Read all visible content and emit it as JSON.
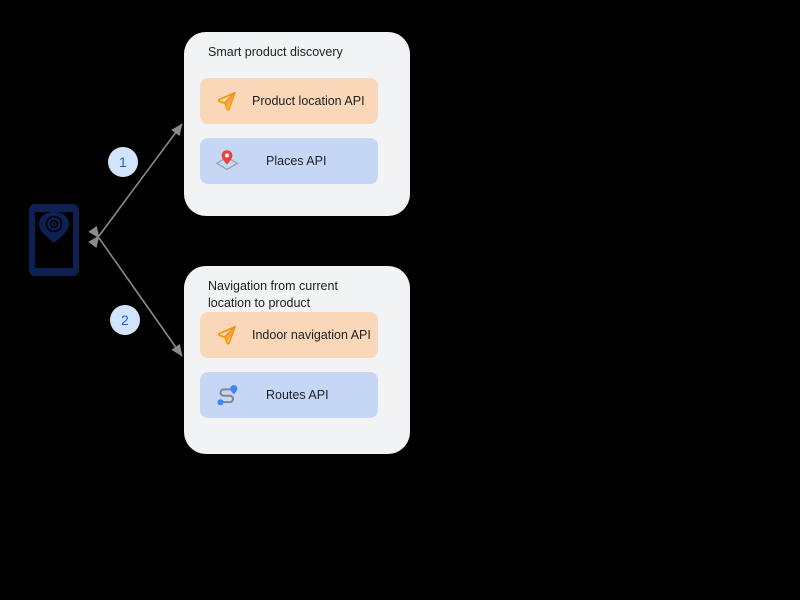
{
  "diagram": {
    "type": "flow-diagram",
    "background_color": "#000000",
    "device": {
      "icon": "mobile-phone-scan-icon",
      "color": "#0d2252"
    },
    "steps": [
      {
        "number": "1",
        "badge_fill": "#d2e3fc",
        "badge_text_color": "#1967d2"
      },
      {
        "number": "2",
        "badge_fill": "#d2e3fc",
        "badge_text_color": "#1967d2"
      }
    ],
    "connectors": {
      "color": "#8a8a8a",
      "style": "double-headed-arrow",
      "count": 2
    },
    "cards": [
      {
        "title": "Smart product discovery",
        "fill": "#f1f3f4",
        "items": [
          {
            "label": "Product location API",
            "icon": "navigation-arrow-icon",
            "icon_color": "#f29900",
            "fill": "#fad7b8"
          },
          {
            "label": "Places API",
            "icon": "map-pin-icon",
            "icon_color": "#ea4335",
            "fill": "#c6d7f5"
          }
        ]
      },
      {
        "title": "Navigation from current\nlocation to product",
        "fill": "#f1f3f4",
        "items": [
          {
            "label": "Indoor navigation API",
            "icon": "navigation-arrow-icon",
            "icon_color": "#f29900",
            "fill": "#fad7b8"
          },
          {
            "label": "Routes API",
            "icon": "route-path-icon",
            "icon_color": "#4285f4",
            "fill": "#c6d7f5"
          }
        ]
      }
    ]
  }
}
